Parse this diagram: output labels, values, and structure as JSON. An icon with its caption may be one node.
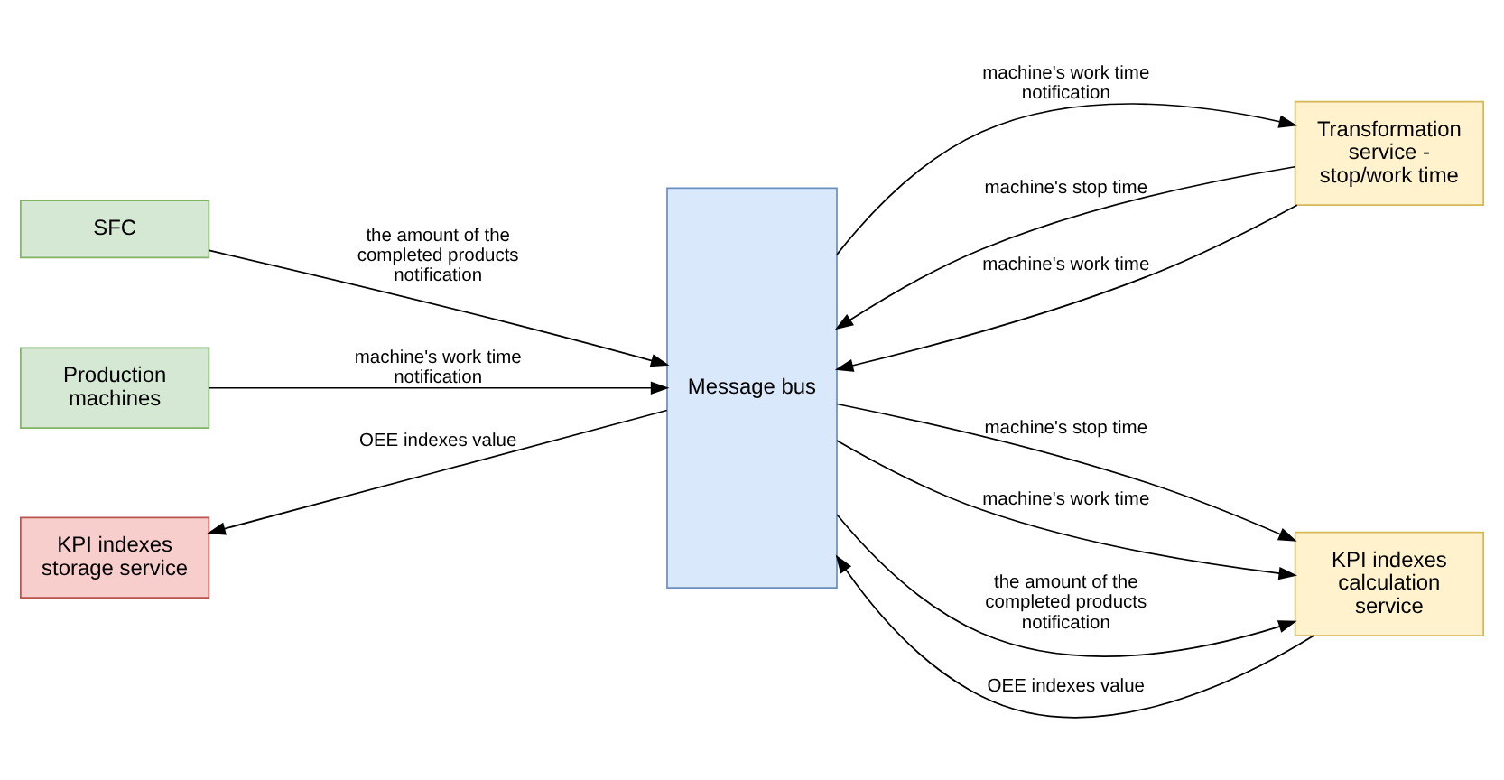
{
  "diagram": {
    "nodes": [
      {
        "text": [
          "SFC"
        ]
      },
      {
        "text": [
          "Production machines"
        ]
      },
      {
        "text": [
          "KPI indexes storage service"
        ]
      },
      {
        "text": [
          "Message bus"
        ]
      },
      {
        "text": [
          "Transformation service - stop/work time"
        ]
      },
      {
        "text": [
          "KPI indexes calculation service"
        ]
      }
    ],
    "edges": [
      {
        "from": 0,
        "to": 3,
        "arrow": "to",
        "label": "the amount of the completed products notification"
      },
      {
        "from": 1,
        "to": 3,
        "arrow": "to",
        "label": "machine's work time notification"
      },
      {
        "from": 3,
        "to": 4,
        "arrow": "to",
        "label": "machine's work time notification"
      },
      {
        "from": 3,
        "to": 5,
        "arrow": "to",
        "label": "machine's stop time"
      },
      {
        "from": 3,
        "to": 5,
        "arrow": "to",
        "label": "machine's work time"
      },
      {
        "from": 3,
        "to": 5,
        "arrow": "to",
        "label": "the amount of the completed products notification"
      },
      {
        "from": 3,
        "to": 2,
        "arrow": "to",
        "label": "OEE indexes value"
      },
      {
        "from": 4,
        "to": 3,
        "arrow": "to",
        "label": "machine's stop time"
      },
      {
        "from": 4,
        "to": 3,
        "arrow": "to",
        "label": "machine's work time"
      },
      {
        "from": 5,
        "to": 3,
        "arrow": "to",
        "label": "OEE indexes value"
      }
    ]
  }
}
